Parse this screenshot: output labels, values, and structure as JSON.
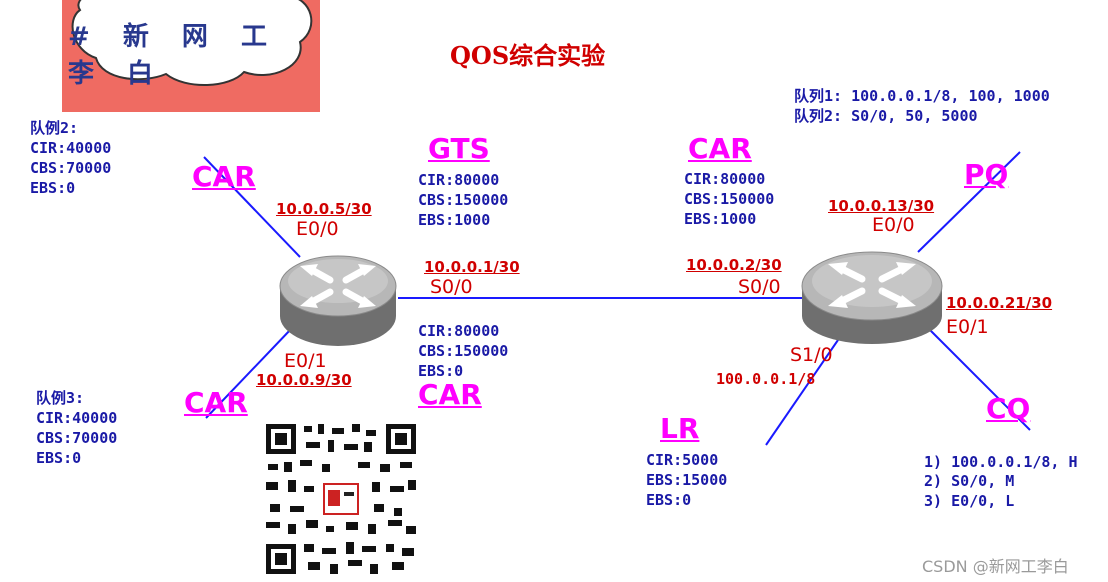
{
  "badge": {
    "text": "# 新 网 工 李 白"
  },
  "title": "QOS综合实验",
  "left_router": {
    "name": "left-router",
    "e00_ip": "10.0.0.5/30",
    "e00_label": "E0/0",
    "s00_ip": "10.0.0.1/30",
    "s00_label": "S0/0",
    "e01_label": "E0/1",
    "e01_ip": "10.0.0.9/30"
  },
  "right_router": {
    "name": "right-router",
    "e00_ip": "10.0.0.13/30",
    "e00_label": "E0/0",
    "s00_ip": "10.0.0.2/30",
    "s00_label": "S0/0",
    "e01_ip": "10.0.0.21/30",
    "e01_label": "E0/1",
    "s10_label": "S1/0",
    "s10_ip": "100.0.0.1/8"
  },
  "queue_info": {
    "line1": "队列1: 100.0.0.1/8, 100, 1000",
    "line2": "队列2: S0/0, 50, 5000"
  },
  "left_top_block": {
    "title": "队例2:",
    "cir": "CIR:40000",
    "cbs": "CBS:70000",
    "ebs": "EBS:0",
    "proto": "CAR"
  },
  "left_bottom_block": {
    "title": "队例3:",
    "cir": "CIR:40000",
    "cbs": "CBS:70000",
    "ebs": "EBS:0",
    "proto": "CAR"
  },
  "gts_block": {
    "proto": "GTS",
    "cir": "CIR:80000",
    "cbs": "CBS:150000",
    "ebs": "EBS:1000"
  },
  "car_lower_block": {
    "proto": "CAR",
    "cir": "CIR:80000",
    "cbs": "CBS:150000",
    "ebs": "EBS:0"
  },
  "car_right_block": {
    "proto": "CAR",
    "cir": "CIR:80000",
    "cbs": "CBS:150000",
    "ebs": "EBS:1000"
  },
  "pq_label": "PQ",
  "lr_block": {
    "proto": "LR",
    "cir": "CIR:5000",
    "ebs1": "EBS:15000",
    "ebs2": "EBS:0"
  },
  "cq_block": {
    "proto": "CQ",
    "l1": "1) 100.0.0.1/8, H",
    "l2": "2) S0/0, M",
    "l3": "3) E0/0, L"
  },
  "watermark": "CSDN @新网工李白",
  "colors": {
    "link": "#1a1aff",
    "ip": "#d00000",
    "proto": "#ff00ff",
    "param": "#1a1aa6",
    "badge_bg": "#ef6b62"
  }
}
